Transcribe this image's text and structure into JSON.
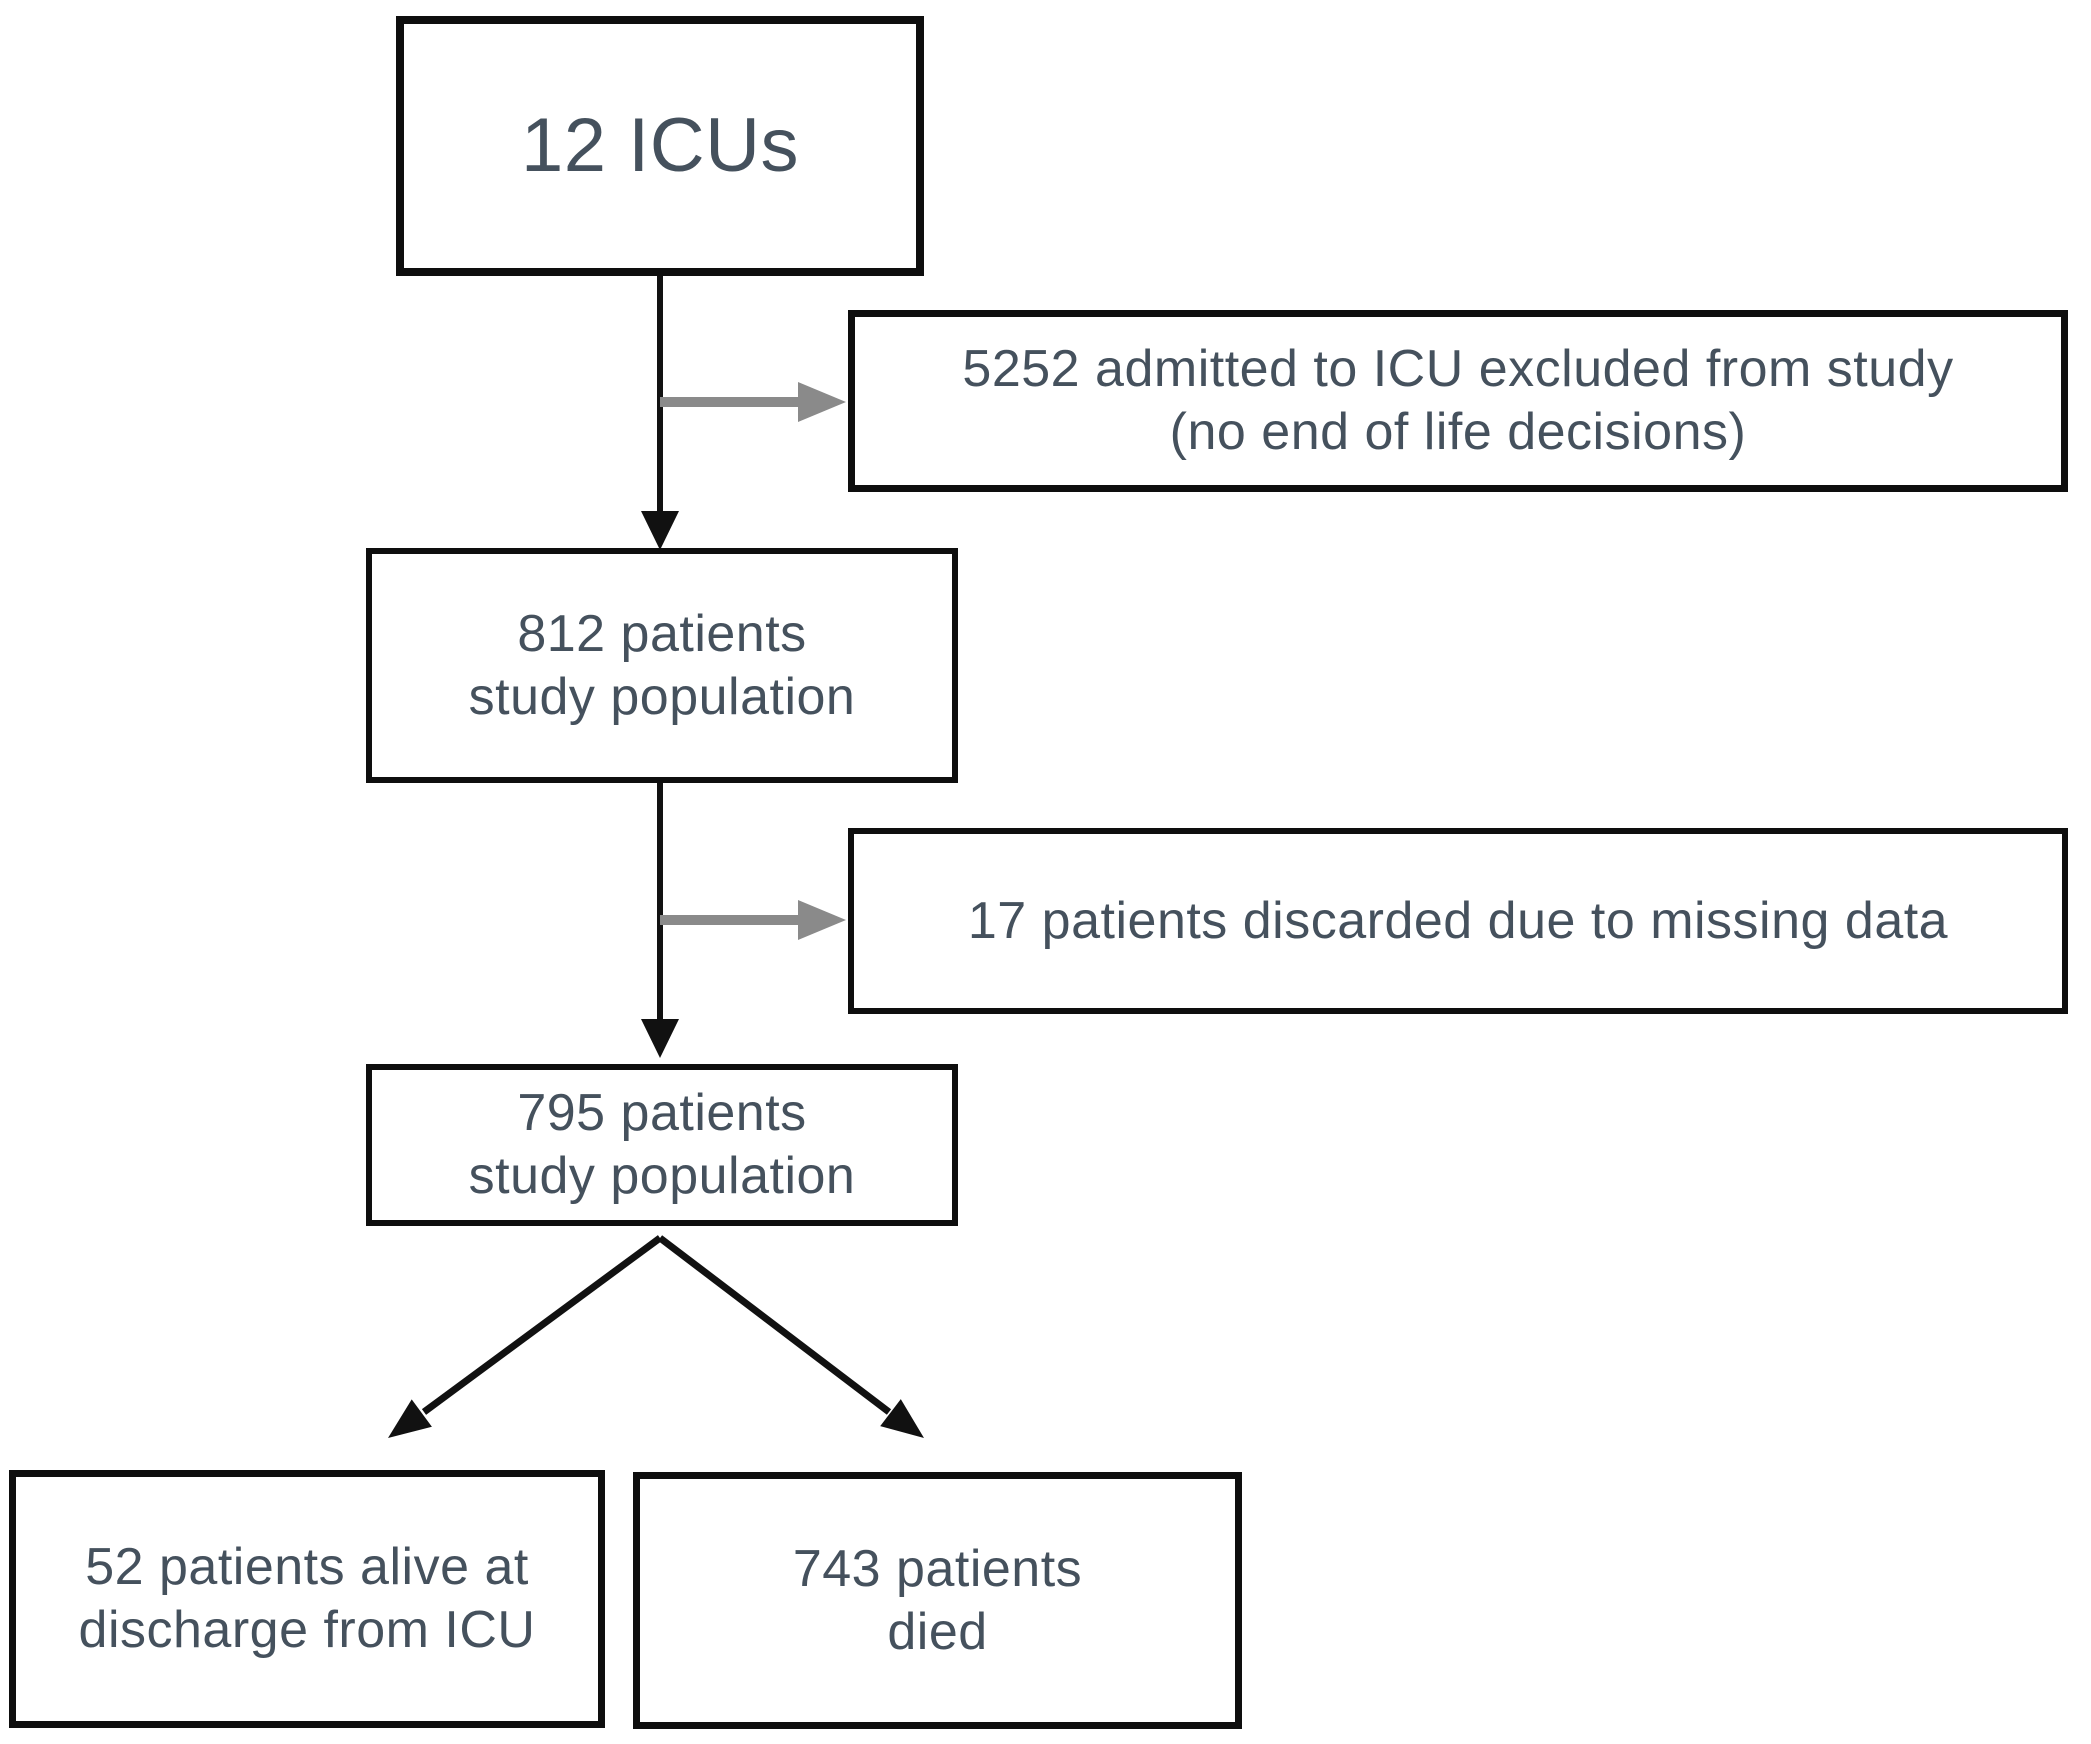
{
  "figure": {
    "type": "patient-flow-diagram",
    "background": "#ffffff"
  },
  "colors": {
    "text": "#45515d",
    "box_border": "#0e0e0e",
    "arrow_black": "#111111",
    "arrow_gray": "#8a8a8a"
  },
  "flowchart": {
    "nodes": [
      {
        "id": "icus",
        "lines": [
          "12 ICUs"
        ]
      },
      {
        "id": "excluded",
        "lines": [
          "5252 admitted to ICU excluded from study",
          "(no end of life decisions)"
        ]
      },
      {
        "id": "pop812",
        "lines": [
          "812 patients",
          "study population"
        ]
      },
      {
        "id": "discarded",
        "lines": [
          "17 patients discarded due to missing data"
        ]
      },
      {
        "id": "pop795",
        "lines": [
          "795 patients",
          "study population"
        ]
      },
      {
        "id": "alive",
        "lines": [
          "52 patients alive at",
          "discharge from ICU"
        ]
      },
      {
        "id": "died",
        "lines": [
          "743 patients",
          "died"
        ]
      }
    ],
    "edges": [
      {
        "from": "icus",
        "to": "pop812",
        "style": "black-vertical-arrow"
      },
      {
        "from": "icus",
        "to": "excluded",
        "style": "gray-horizontal-arrow"
      },
      {
        "from": "pop812",
        "to": "pop795",
        "style": "black-vertical-arrow"
      },
      {
        "from": "pop812",
        "to": "discarded",
        "style": "gray-horizontal-arrow"
      },
      {
        "from": "pop795",
        "to": "alive",
        "style": "black-diagonal-arrow"
      },
      {
        "from": "pop795",
        "to": "died",
        "style": "black-diagonal-arrow"
      }
    ],
    "counts": {
      "icus": 12,
      "excluded_no_end_of_life_decisions": 5252,
      "study_population_initial": 812,
      "discarded_missing_data": 17,
      "study_population_final": 795,
      "alive_at_icu_discharge": 52,
      "died": 743
    }
  }
}
